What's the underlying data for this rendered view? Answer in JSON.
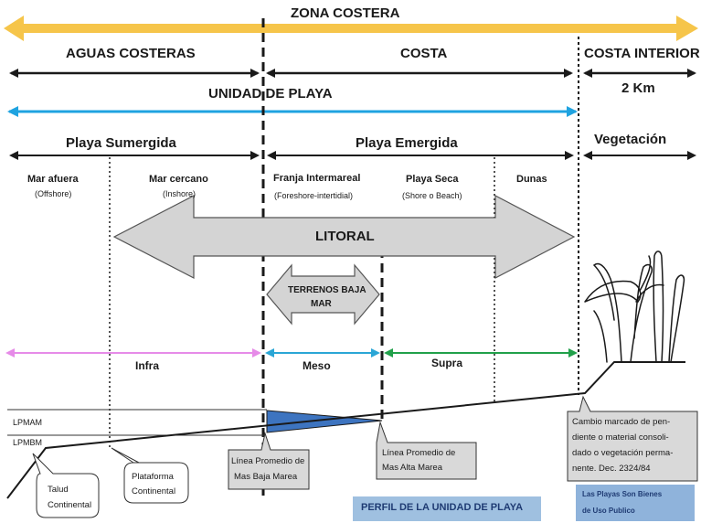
{
  "zona_costera": "ZONA COSTERA",
  "aguas_costeras": "AGUAS COSTERAS",
  "costa": "COSTA",
  "costa_interior": "COSTA INTERIOR",
  "dos_km": "2 Km",
  "unidad_de_playa": "UNIDAD DE PLAYA",
  "playa_sumergida": "Playa Sumergida",
  "playa_emergida": "Playa Emergida",
  "vegetacion": "Vegetación",
  "zones": [
    {
      "name": "Mar afuera",
      "sub": "(Offshore)"
    },
    {
      "name": "Mar cercano",
      "sub": "(Inshore)"
    },
    {
      "name": "Franja Intermareal",
      "sub": "(Foreshore-intertidial)"
    },
    {
      "name": "Playa Seca",
      "sub": "(Shore o Beach)"
    },
    {
      "name": "Dunas",
      "sub": ""
    }
  ],
  "litoral": "LITORAL",
  "terrenos_line1": "TERRENOS BAJA",
  "terrenos_line2": "MAR",
  "infra": "Infra",
  "meso": "Meso",
  "supra": "Supra",
  "lpmam": "LPMAM",
  "lpmbm": "LPMBM",
  "talud_1": "Talud",
  "talud_2": "Continental",
  "plataforma_1": "Plataforma",
  "plataforma_2": "Continental",
  "baja_1": "Línea Promedio de",
  "baja_2": "Mas Baja Marea",
  "alta_1": "Línea Promedio de",
  "alta_2": "Mas Alta Marea",
  "cambio_1": "Cambio marcado de pen-",
  "cambio_2": "diente o material consoli-",
  "cambio_3": "dado o vegetación perma-",
  "cambio_4": "nente. Dec. 2324/84",
  "perfil": "PERFIL DE LA UNIDAD DE PLAYA",
  "bienes_1": "Las Playas Son Bienes",
  "bienes_2": "de Uso Publico",
  "colors": {
    "zona_costera": "#F6C54A",
    "unidad_playa": "#1FA3E0",
    "gray_arrow": "#D4D4D4",
    "infra": "#E68BE8",
    "meso": "#2AA6D6",
    "supra": "#21A04A",
    "wedge": "#3D74C0",
    "perfil_box": "#9FC0E0",
    "bienes_box": "#8FB3DB",
    "callout_box": "#D9D9D9"
  }
}
